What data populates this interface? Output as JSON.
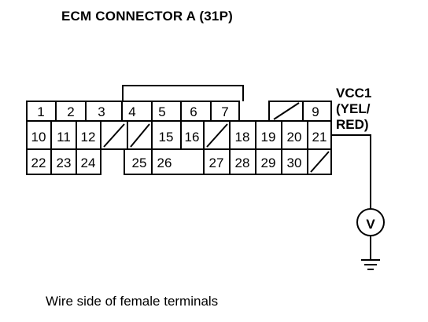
{
  "title": "ECM CONNECTOR A (31P)",
  "caption": "Wire side of female terminals",
  "signal": {
    "name": "VCC1",
    "color_line1": "(YEL/",
    "color_line2": "RED)"
  },
  "terminals": {
    "1": "1",
    "2": "2",
    "3": "3",
    "4": "4",
    "5": "5",
    "6": "6",
    "7": "7",
    "9": "9",
    "10": "10",
    "11": "11",
    "12": "12",
    "15": "15",
    "16": "16",
    "18": "18",
    "19": "19",
    "20": "20",
    "21": "21",
    "22": "22",
    "23": "23",
    "24": "24",
    "25": "25",
    "26": "26",
    "27": "27",
    "28": "28",
    "29": "29",
    "30": "30"
  },
  "meter_symbol": "V"
}
